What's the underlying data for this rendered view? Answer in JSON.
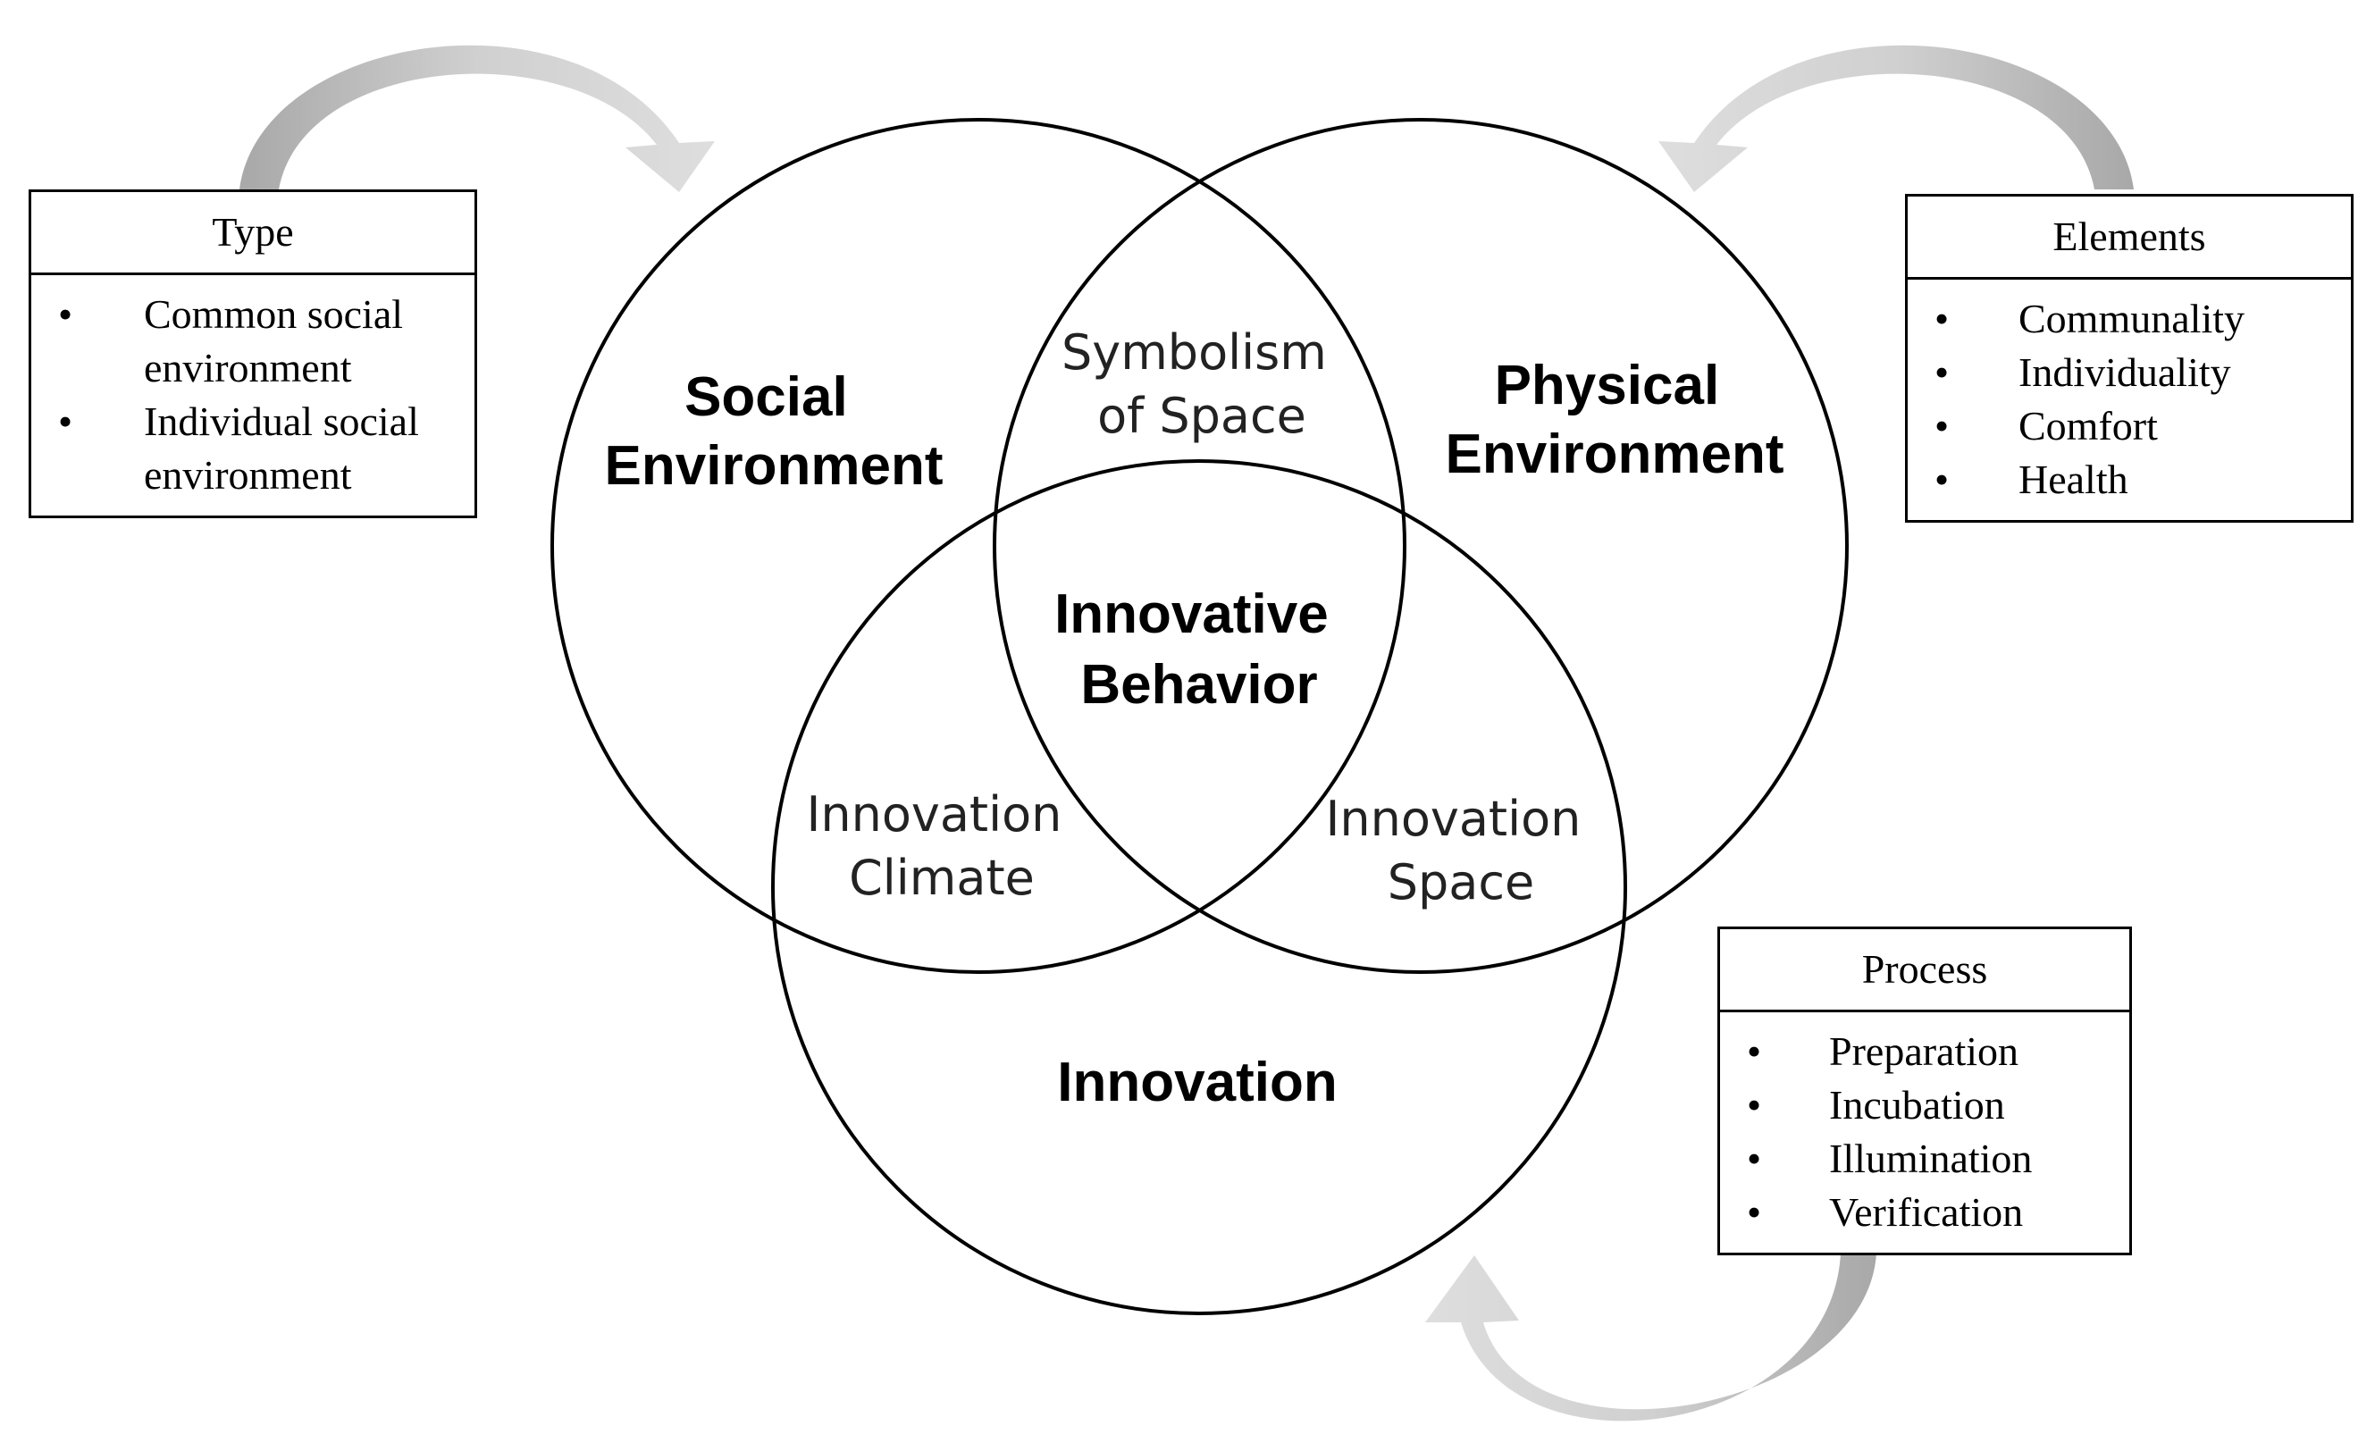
{
  "venn": {
    "social": [
      "Social",
      "Environment"
    ],
    "physical": [
      "Physical",
      "Environment"
    ],
    "innovation": "Innovation",
    "center": [
      "Innovative",
      "Behavior"
    ],
    "social_physical": [
      "Symbolism",
      "of Space"
    ],
    "social_innovation": [
      "Innovation",
      "Climate"
    ],
    "physical_innovation": [
      "Innovation",
      "Space"
    ]
  },
  "boxes": {
    "type": {
      "title": "Type",
      "items": [
        [
          "Common social",
          "environment"
        ],
        [
          "Individual social",
          "environment"
        ]
      ]
    },
    "elements": {
      "title": "Elements",
      "items": [
        "Communality",
        "Individuality",
        "Comfort",
        "Health"
      ]
    },
    "process": {
      "title": "Process",
      "items": [
        "Preparation",
        "Incubation",
        "Illumination",
        "Verification"
      ]
    }
  },
  "colors": {
    "arrow_light": "#d6d6d6",
    "arrow_dark": "#a8a8a8",
    "stroke": "#000000"
  }
}
